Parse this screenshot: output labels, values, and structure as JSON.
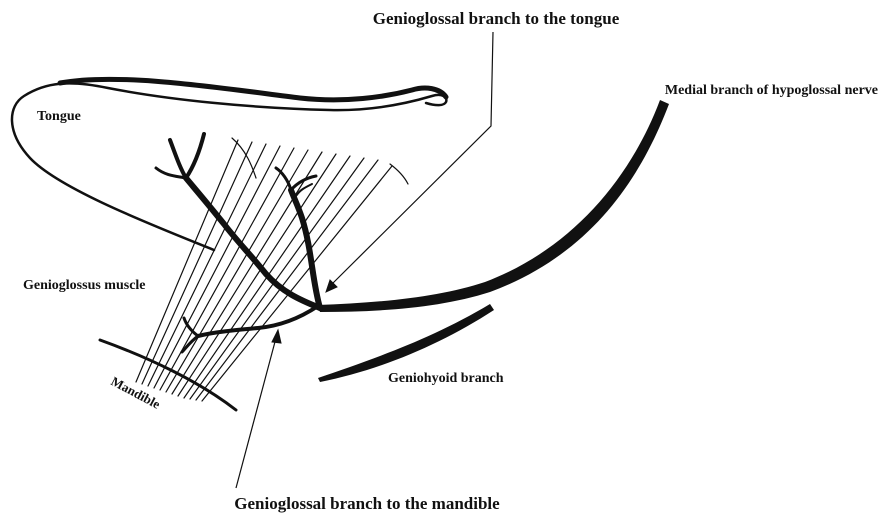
{
  "labels": {
    "branch_to_tongue": "Genioglossal branch to the tongue",
    "medial_branch": "Medial branch of hypoglossal nerve",
    "tongue": "Tongue",
    "genioglossus_muscle": "Genioglossus muscle",
    "geniohyoid_branch": "Geniohyoid branch",
    "mandible": "Mandible",
    "branch_to_mandible": "Genioglossal branch to the mandible"
  },
  "colors": {
    "ink": "#111111",
    "background": "#ffffff"
  }
}
